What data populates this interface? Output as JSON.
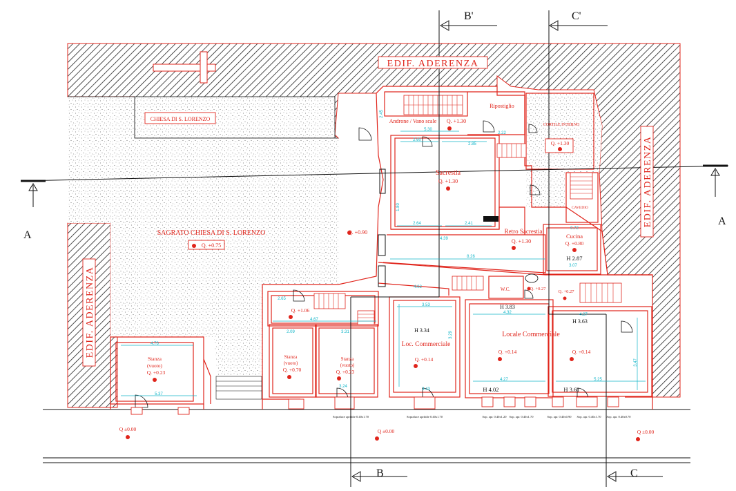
{
  "section_markers": {
    "a_left": "A",
    "a_right": "A",
    "b_top": "B'",
    "b_bottom": "B",
    "c_top": "C'",
    "c_bottom": "C"
  },
  "adjacent_building_labels": {
    "top": "EDIF. ADERENZA",
    "right": "EDIF. ADERENZA",
    "left": "EDIF. ADERENZA"
  },
  "church": {
    "name": "CHIESA DI S. LORENZO",
    "churchyard": "SAGRATO CHIESA DI S. LORENZO",
    "churchyard_level": "Q. +0.75"
  },
  "rooms": {
    "androne": {
      "name": "Androne / Vano scale",
      "level": "Q. +1.30"
    },
    "ripostiglio": {
      "name": "Ripostiglio"
    },
    "cortile": {
      "name": "CORTILE INTERNO",
      "level": "Q. +1.30"
    },
    "sacrestia": {
      "name": "Sacrestia",
      "level": "Q. +1.30"
    },
    "corridor": {
      "level": "Q. +0.90"
    },
    "retro_sacrestia": {
      "name": "Retro Sacrestia",
      "level": "Q. +1.30"
    },
    "cavedio": {
      "name": "CAVEDIO"
    },
    "cucina": {
      "name": "Cucina",
      "level": "Q. +0.80",
      "height": "H 2.87"
    },
    "wc": {
      "name": "W.C.",
      "level": "Q. +0.27"
    },
    "landing": {
      "level": "Q. +0.27"
    },
    "stair_landing": {
      "level": "Q. +1.06"
    },
    "stanza_left": {
      "name": "Stanza",
      "sub": "(vuoto)",
      "level": "Q. +0.23"
    },
    "stanza_mid": {
      "name": "Stanza",
      "sub": "(vuoto)",
      "level": "Q. +0.70"
    },
    "stanza_right": {
      "name": "Stanza",
      "sub": "(vuoto)",
      "level": "Q. +0.23"
    },
    "loc_commerciale": {
      "name": "Loc. Commerciale",
      "level": "Q. +0.14",
      "height": "H 3.34"
    },
    "locale_commerciale": {
      "name": "Locale Commerciale",
      "level": "Q. +0.14",
      "height_top": "H 3.83",
      "height_bottom": "H 4.02"
    },
    "locale_right": {
      "level": "Q. +0.14",
      "height_top": "H 3.63",
      "height_bottom": "H 3.61"
    }
  },
  "street_levels": [
    "Q ±0.00",
    "Q ±0.00",
    "Q ±0.00"
  ],
  "opening_notes": [
    "Sopraluce apribile 0.40x1.70",
    "Sopraluce apribile 0.40x1.70",
    "Sop. apr. 0.40x1.20",
    "Sop. apr. 0.40x1.70",
    "Sop. apr. 0.40x0.90",
    "Sop. apr. 0.40x1.70",
    "Sop. apr. 0.40x0.70"
  ],
  "dimensions": {
    "androne_w": "5.30",
    "androne_h": "2.45",
    "ripostiglio_w": "2.22",
    "sac_top_a": "2.60",
    "sac_top_b": "2.85",
    "sac_bot_a": "2.64",
    "sac_bot_b": "2.41",
    "sac_side": "1.80",
    "corr_w": "8.26",
    "corr_b": "4.39",
    "corr_c": "4.02",
    "stanza_l_w": "4.76",
    "stanza_l_b": "5.37",
    "stanza_m_w": "2.09",
    "stanza_r_w": "3.31",
    "stanza_r_b": "3.24",
    "stair_w": "4.67",
    "stair_a": "2.65",
    "loc_w": "3.53",
    "loc_h": "3.29",
    "loc_b": "3.43",
    "locale_w": "4.32",
    "locale_b": "4.27",
    "right_w": "4.27",
    "right_b": "5.25",
    "right_h": "3.47",
    "cucina_w": "3.07",
    "cav_w": "0.72"
  }
}
